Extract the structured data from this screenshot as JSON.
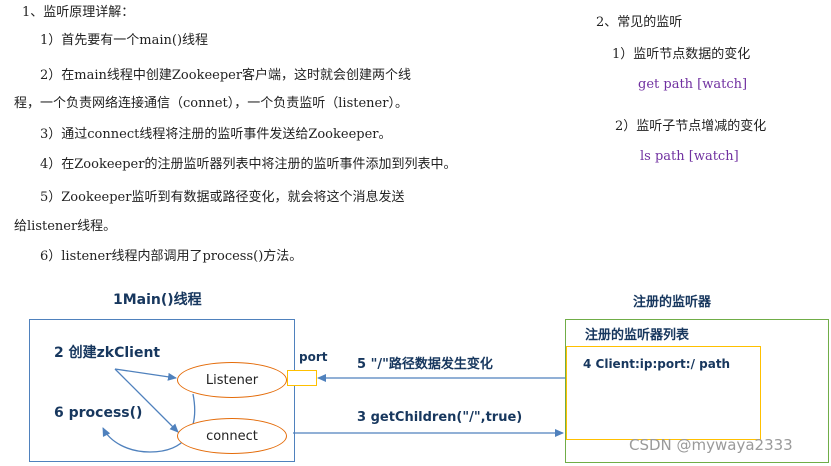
{
  "left_text": {
    "heading": "1、监听原理详解：",
    "step1": "1）首先要有一个main()线程",
    "step2_a": "2）在main线程中创建Zookeeper客户端，这时就会创建两个线",
    "step2_b": "程，一个负责网络连接通信（connet），一个负责监听（listener）。",
    "step3": "3）通过connect线程将注册的监听事件发送给Zookeeper。",
    "step4": "4）在Zookeeper的注册监听器列表中将注册的监听事件添加到列表中。",
    "step5_a": "5）Zookeeper监听到有数据或路径变化，就会将这个消息发送",
    "step5_b": "给listener线程。",
    "step6": "6）listener线程内部调用了process()方法。"
  },
  "right_text": {
    "heading": "2、常见的监听",
    "item1": "1）监听节点数据的变化",
    "item1_cmd": "get path [watch]",
    "item2": "2）监听子节点增减的变化",
    "item2_cmd": "ls path [watch]"
  },
  "diagram": {
    "main_title": "1Main()线程",
    "create_client": "2 创建zkClient",
    "process": "6 process()",
    "listener": "Listener",
    "connect": "connect",
    "port": "port",
    "registry_title": "注册的监听器",
    "registry_list_title": "注册的监听器列表",
    "registry_entry": "4 Client:ip:port:/ path",
    "arrow_change": "5 \"/\"路径数据发生变化",
    "arrow_getchildren": "3 getChildren(\"/\",true)"
  },
  "watermark": "CSDN @mywaya2333",
  "colors": {
    "main_box": "#4f81bd",
    "registry_box": "#70ad47",
    "list_box": "#ffc000",
    "ellipse": "#e46c0a",
    "port_box": "#ffc000",
    "arrow": "#4f81bd",
    "command_text": "#7030a0"
  }
}
